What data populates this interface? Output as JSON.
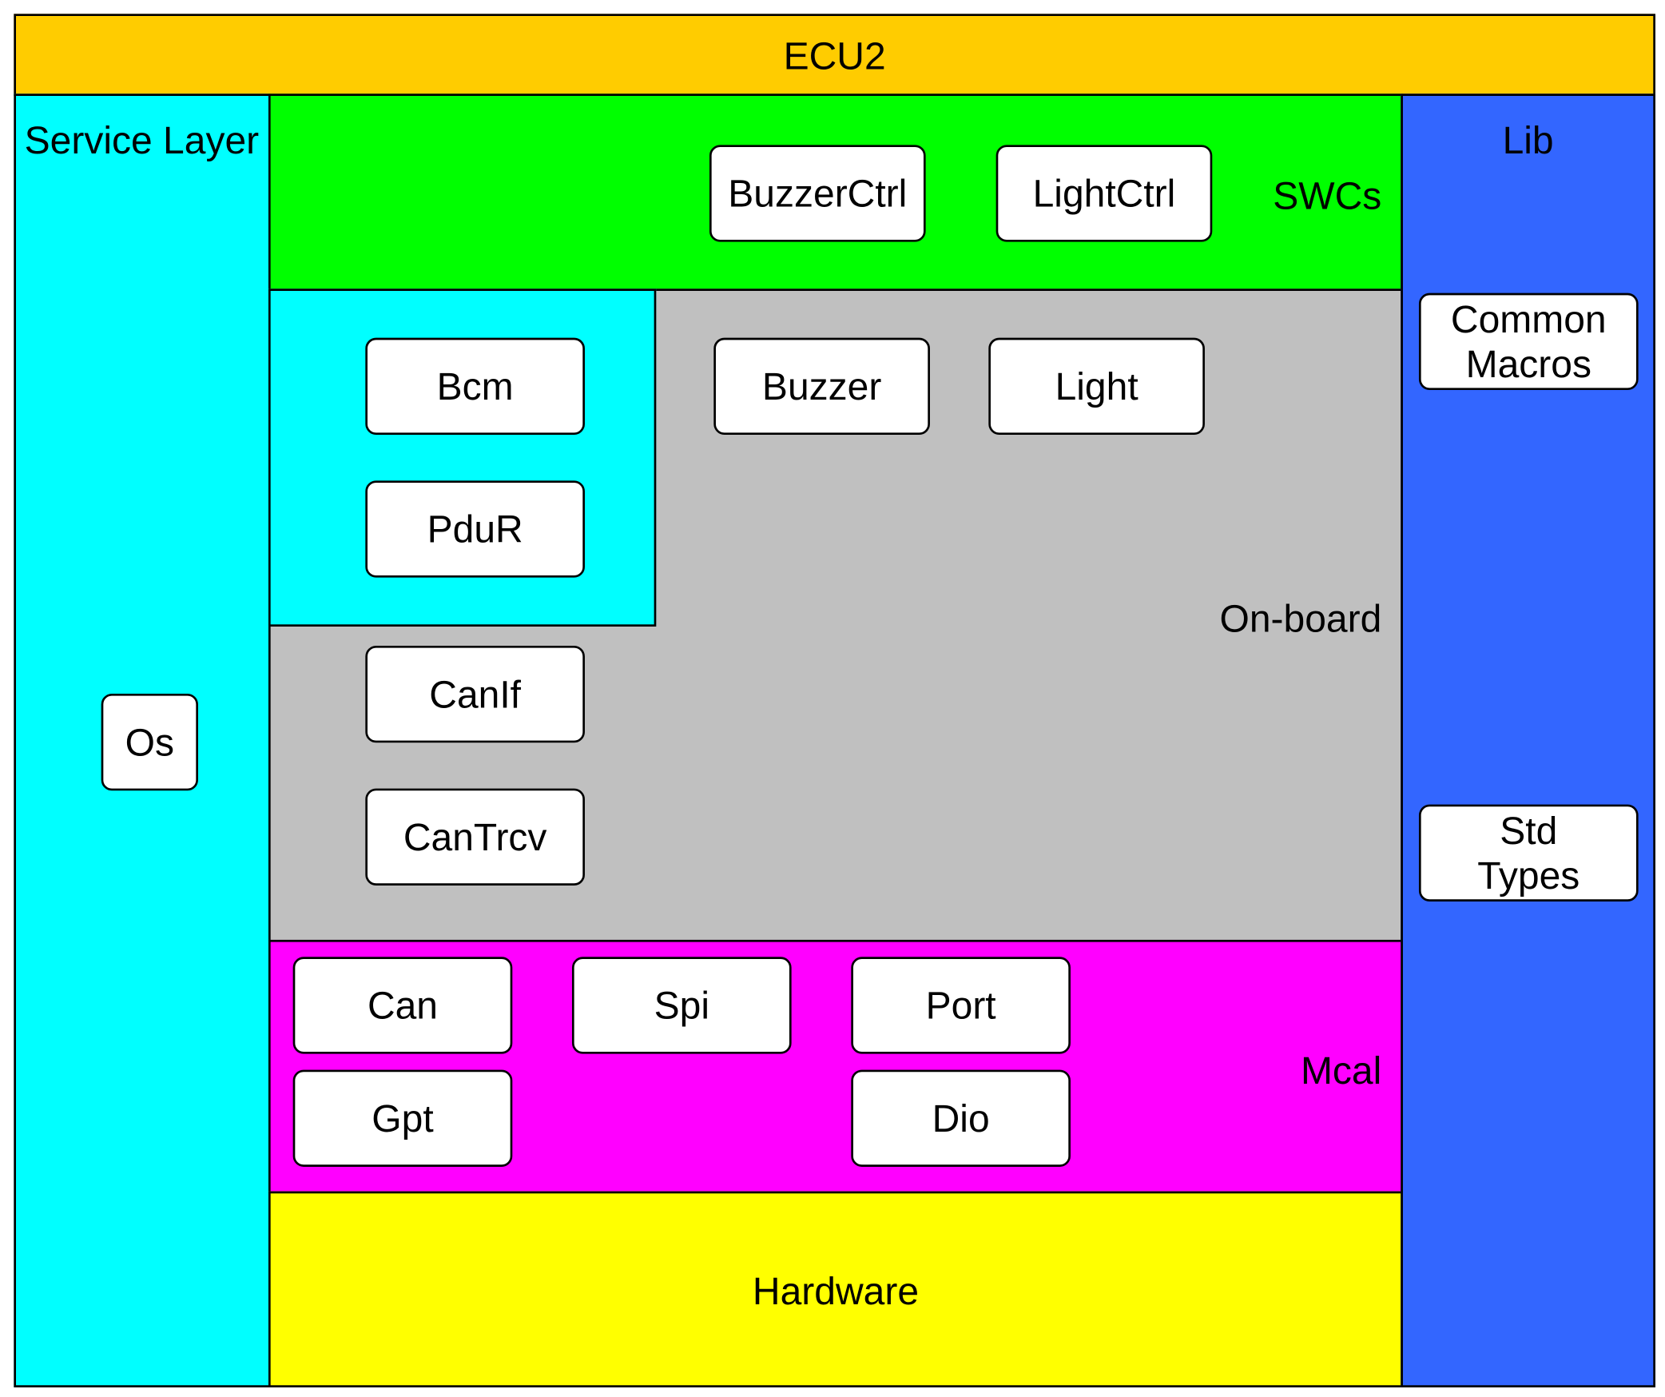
{
  "ecu": {
    "title": "ECU2",
    "color": "#ffcc00"
  },
  "service_layer": {
    "label": "Service Layer",
    "color": "#00ffff",
    "modules": {
      "os": "Os"
    }
  },
  "swcs": {
    "label": "SWCs",
    "color": "#00ff00",
    "modules": {
      "buzzer_ctrl": "BuzzerCtrl",
      "light_ctrl": "LightCtrl"
    }
  },
  "comm_stack": {
    "color": "#00ffff",
    "modules": {
      "bcm": "Bcm",
      "pdur": "PduR"
    }
  },
  "on_board": {
    "label": "On-board",
    "color": "#c0c0c0",
    "modules": {
      "buzzer": "Buzzer",
      "light": "Light",
      "canif": "CanIf",
      "cantrcv": "CanTrcv"
    }
  },
  "mcal": {
    "label": "Mcal",
    "color": "#ff00ff",
    "modules": {
      "can": "Can",
      "spi": "Spi",
      "port": "Port",
      "gpt": "Gpt",
      "dio": "Dio"
    }
  },
  "hardware": {
    "label": "Hardware",
    "color": "#ffff00"
  },
  "lib": {
    "label": "Lib",
    "color": "#3366ff",
    "modules": {
      "common_macros_line1": "Common",
      "common_macros_line2": "Macros",
      "std_types_line1": "Std",
      "std_types_line2": "Types"
    }
  }
}
